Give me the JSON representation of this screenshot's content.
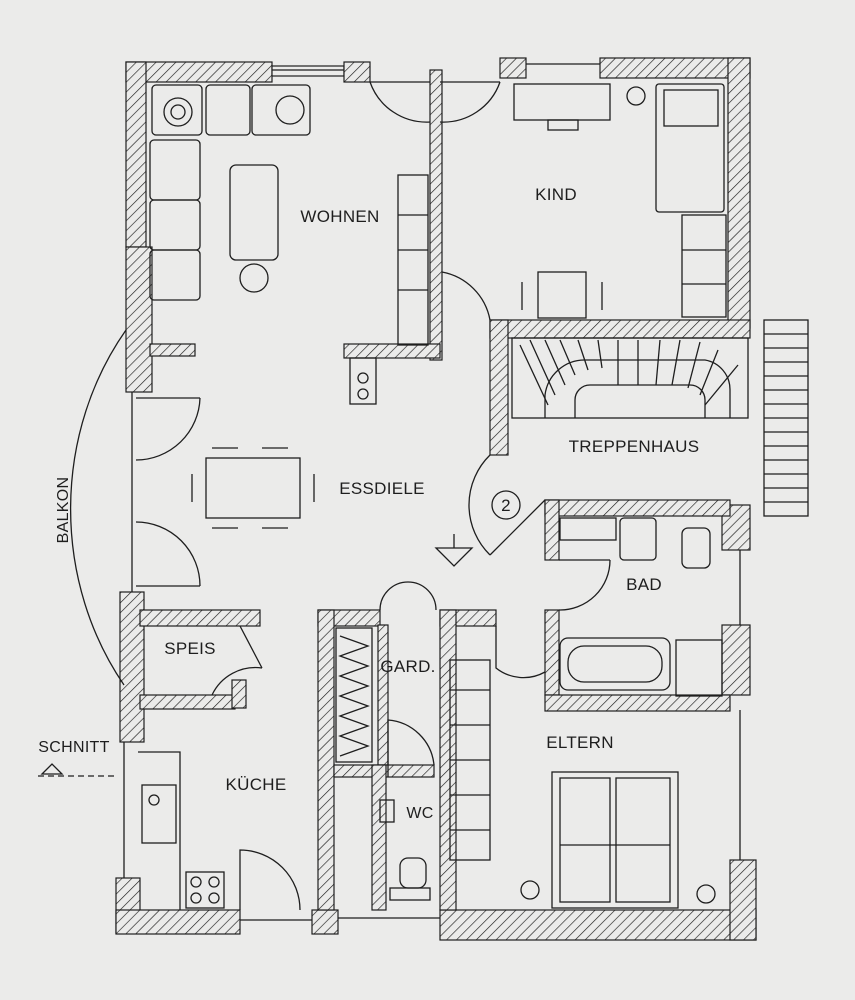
{
  "rooms": {
    "wohnen": "WOHNEN",
    "kind": "KIND",
    "treppenhaus": "TREPPENHAUS",
    "essdiele": "ESSDIELE",
    "bad": "BAD",
    "speis": "SPEIS",
    "gard": "GARD.",
    "eltern": "ELTERN",
    "kueche": "KÜCHE",
    "wc": "WC"
  },
  "annotations": {
    "balkon": "BALKON",
    "schnitt": "SCHNITT",
    "stair_marker": "2"
  },
  "colors": {
    "paper": "#ebebea",
    "line": "#1e1e1e"
  }
}
